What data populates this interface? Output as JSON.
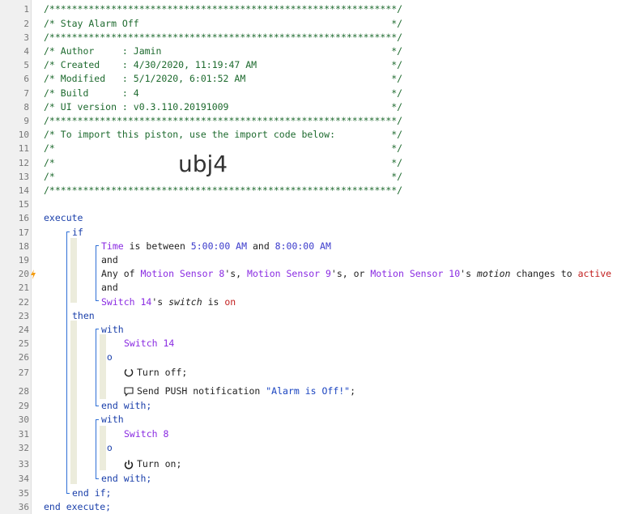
{
  "lines": {
    "n1": "1",
    "n2": "2",
    "n3": "3",
    "n4": "4",
    "n5": "5",
    "n6": "6",
    "n7": "7",
    "n8": "8",
    "n9": "9",
    "n10": "10",
    "n11": "11",
    "n12": "12",
    "n13": "13",
    "n14": "14",
    "n15": "15",
    "n16": "16",
    "n17": "17",
    "n18": "18",
    "n19": "19",
    "n20": "20",
    "n21": "21",
    "n22": "22",
    "n23": "23",
    "n24": "24",
    "n25": "25",
    "n26": "26",
    "n27": "27",
    "n28": "28",
    "n29": "29",
    "n30": "30",
    "n31": "31",
    "n32": "32",
    "n33": "33",
    "n34": "34",
    "n35": "35",
    "n36": "36"
  },
  "header": {
    "border": "/**************************************************************/",
    "title": "/* Stay Alarm Off                                             */",
    "author": "/* Author     : Jamin                                         */",
    "created": "/* Created    : 4/30/2020, 11:19:47 AM                        */",
    "modified": "/* Modified   : 5/1/2020, 6:01:52 AM                          */",
    "build": "/* Build      : 4                                             */",
    "ui_version": "/* UI version : v0.3.110.20191009                             */",
    "import_note": "/* To import this piston, use the import code below:          */",
    "blank": "/*                                                            */",
    "import_code": "ubj4"
  },
  "code": {
    "execute": "execute",
    "if": "if",
    "time": "Time",
    "is_between": " is between ",
    "start_time": "5:00:00 AM",
    "and_word": " and ",
    "end_time": "8:00:00 AM",
    "and": "and",
    "any_of": "Any of ",
    "ms8": "Motion Sensor 8",
    "s1": "'s, ",
    "ms9": "Motion Sensor 9",
    "s2": "'s, or ",
    "ms10": "Motion Sensor 10",
    "s3": "'s ",
    "motion": "motion",
    "changes_to": " changes to ",
    "active": "active",
    "sw14": "Switch 14",
    "s4": "'s ",
    "switch_attr": "switch",
    "is": " is ",
    "on": "on",
    "then": "then",
    "with": "with",
    "do": "do",
    "turn_off": "Turn off;",
    "send_push": "Send PUSH notification ",
    "message": "\"Alarm is Off!\"",
    "semicolon": ";",
    "end_with": "end with;",
    "sw8": "Switch 8",
    "turn_on": "Turn on;",
    "end_if": "end if;",
    "end_execute": "end execute;"
  }
}
